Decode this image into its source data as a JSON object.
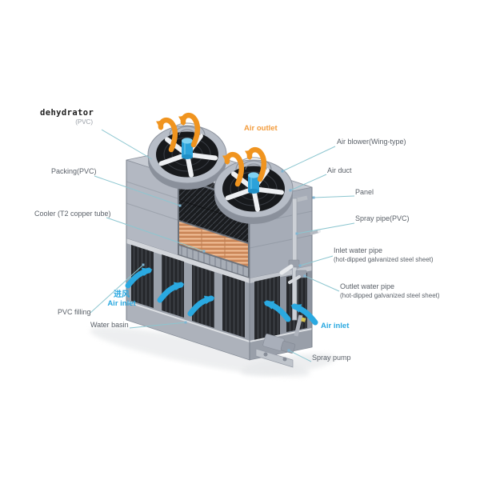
{
  "labels": {
    "dehydrator": {
      "text": "dehydrator",
      "sub": "(PVC)"
    },
    "packing": {
      "text": "Packing(PVC)"
    },
    "cooler": {
      "text": "Cooler (T2 copper tube)"
    },
    "air_inlet_left": {
      "text_cn": "进风",
      "text": "Air inlet"
    },
    "pvc_filling": {
      "text": "PVC filling"
    },
    "water_basin": {
      "text": "Water basin"
    },
    "air_outlet": {
      "text": "Air outlet"
    },
    "air_blower": {
      "text": "Air blower(Wing-type)"
    },
    "air_duct": {
      "text": "Air duct"
    },
    "panel": {
      "text": "Panel"
    },
    "spray_pipe": {
      "text": "Spray pipe(PVC)"
    },
    "inlet_water_pipe": {
      "text": "Inlet water pipe",
      "sub": "(hot-dipped galvanized steel sheet)"
    },
    "outlet_water_pipe": {
      "text": "Outlet water pipe",
      "sub": "(hot-dipped galvanized steel sheet)"
    },
    "air_inlet_right": {
      "text": "Air inlet"
    },
    "spray_pump": {
      "text": "Spray pump"
    }
  },
  "colors": {
    "air_inlet_arrow": "#29a8e0",
    "air_outlet_arrow": "#f0941f",
    "leader_line": "#8cc6d0",
    "label_text": "#5a6068",
    "cooler_coil": "#e0a075",
    "body_gray": "#b3b8c2"
  }
}
